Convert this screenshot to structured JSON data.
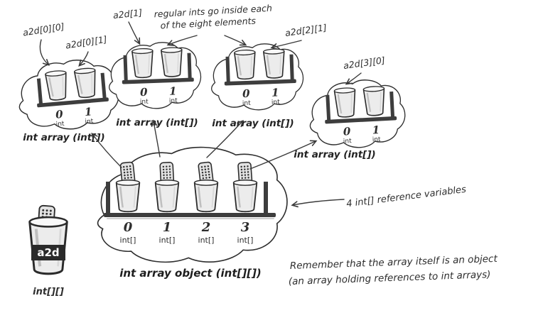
{
  "annotations": {
    "a2d00": "a2d[0][0]",
    "a2d01": "a2d[0][1]",
    "a2d1": "a2d[1]",
    "regular_line1": "regular ints go inside each",
    "regular_line2": "of the eight elements",
    "a2d21": "a2d[2][1]",
    "a2d30": "a2d[3][0]",
    "four_refs": "4 int[] reference variables",
    "remember_line1": "Remember that the array itself is an object",
    "remember_line2": "(an array holding references to int arrays)"
  },
  "int_array": {
    "label": "int array (int[])",
    "indices": [
      "0",
      "1"
    ],
    "element_type": "int"
  },
  "main_array": {
    "label": "int array object (int[][])",
    "indices": [
      "0",
      "1",
      "2",
      "3"
    ],
    "element_type": "int[]"
  },
  "reference": {
    "name": "a2d",
    "type": "int[][]"
  },
  "colors": {
    "ink": "#2e2e2e",
    "cup_fill": "#ececec",
    "shelf": "#3d3d3d",
    "background": "#ffffff"
  }
}
